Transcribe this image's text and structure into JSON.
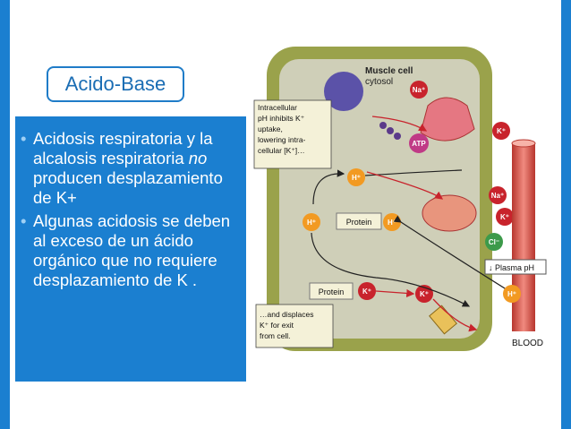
{
  "slide": {
    "title": "Acido-Base",
    "bullets": {
      "b1_pre": "Acidosis respiratoria y la alcalosis respiratoria ",
      "b1_italic": "no",
      "b1_post": " producen desplazamiento de K+",
      "b2": "Algunas acidosis se deben al exceso de un ácido orgánico que no requiere desplazamiento de K ."
    },
    "bullet_glyph": "•"
  },
  "diagram": {
    "cell_label_1": "Muscle cell",
    "cell_label_2": "cytosol",
    "note_top": [
      "Intracellular",
      "pH inhibits K⁺",
      "uptake,",
      "lowering intra-",
      "cellular [K⁺]…"
    ],
    "note_bottom": [
      "…and displaces",
      "K⁺ for exit",
      "from cell."
    ],
    "protein_1": "Protein",
    "protein_2": "Protein",
    "atp": "ATP",
    "na": "Na⁺",
    "k": "K⁺",
    "h": "H⁺",
    "cl": "Cl⁻",
    "plasma_ph": "↓ Plasma pH",
    "blood": "BLOOD"
  },
  "colors": {
    "accent_blue": "#1b7fd0",
    "membrane": "#9aa24b",
    "cytosol": "#cfcfb8",
    "h_ion": "#f29a22",
    "k_ion": "#c8232c",
    "arrow": "#c8232c"
  }
}
